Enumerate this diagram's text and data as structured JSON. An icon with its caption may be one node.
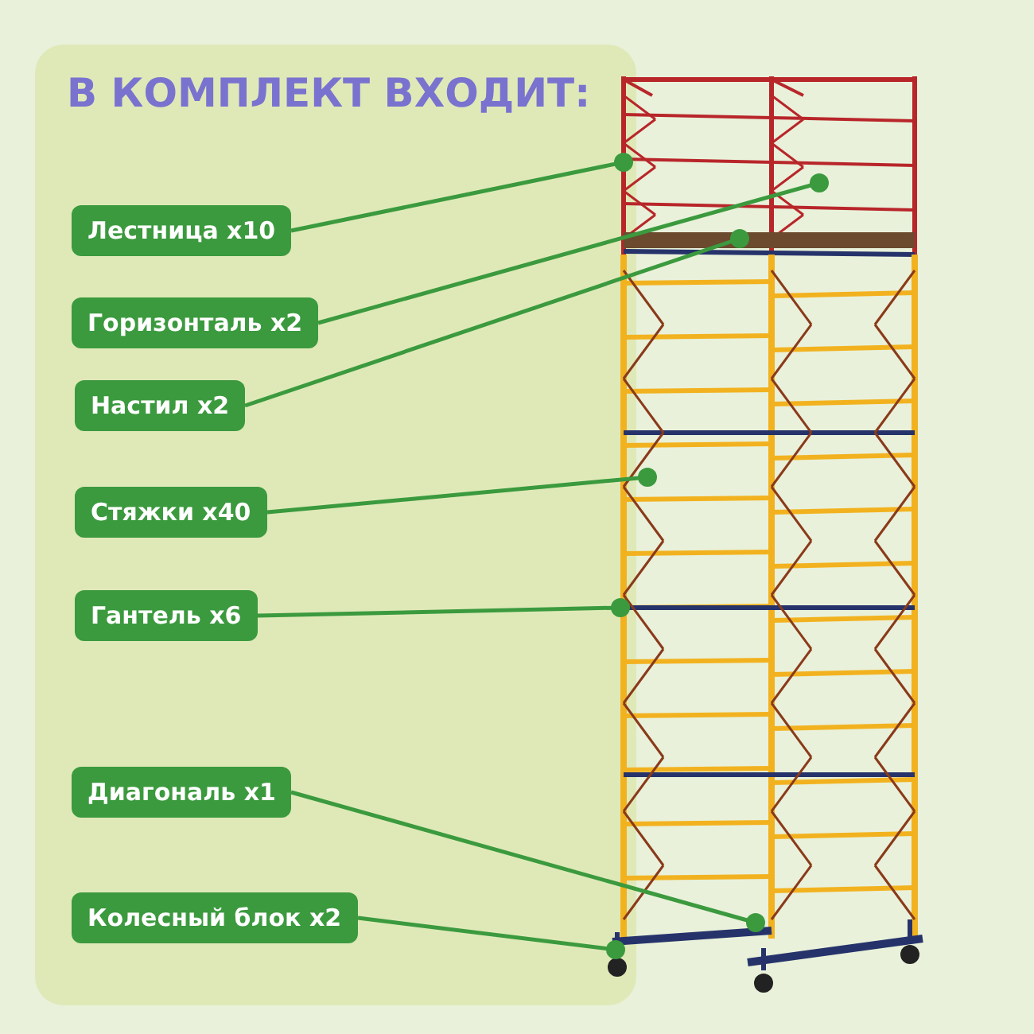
{
  "diagram": {
    "title": "В КОМПЛЕКТ ВХОДИТ:",
    "nodes": [
      {
        "text": [
          "Лестница x10"
        ]
      },
      {
        "text": [
          "Горизонталь x2"
        ]
      },
      {
        "text": [
          "Настил x2"
        ]
      },
      {
        "text": [
          "Стяжки x40"
        ]
      },
      {
        "text": [
          "Гантель x6"
        ]
      },
      {
        "text": [
          "Диагональ x1"
        ]
      },
      {
        "text": [
          "Колесный блок x2"
        ]
      }
    ],
    "edges": [
      {
        "from": 0,
        "to": null,
        "arrow": "other"
      },
      {
        "from": 1,
        "to": null,
        "arrow": "other"
      },
      {
        "from": 2,
        "to": null,
        "arrow": "other"
      },
      {
        "from": 3,
        "to": null,
        "arrow": "other"
      },
      {
        "from": 4,
        "to": null,
        "arrow": "other"
      },
      {
        "from": 5,
        "to": null,
        "arrow": "other"
      },
      {
        "from": 6,
        "to": null,
        "arrow": "other"
      }
    ]
  }
}
